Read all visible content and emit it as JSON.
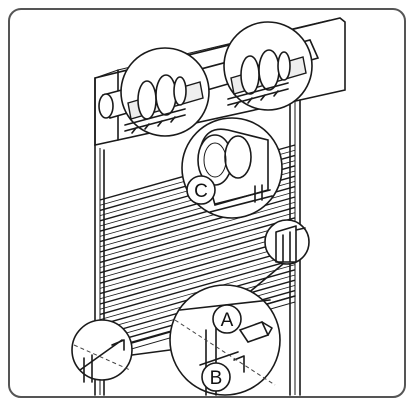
{
  "callouts": {
    "a": "A",
    "b": "B",
    "c": "C"
  },
  "colors": {
    "line": "#1a1a1a",
    "frame": "#555555",
    "background": "#ffffff"
  }
}
